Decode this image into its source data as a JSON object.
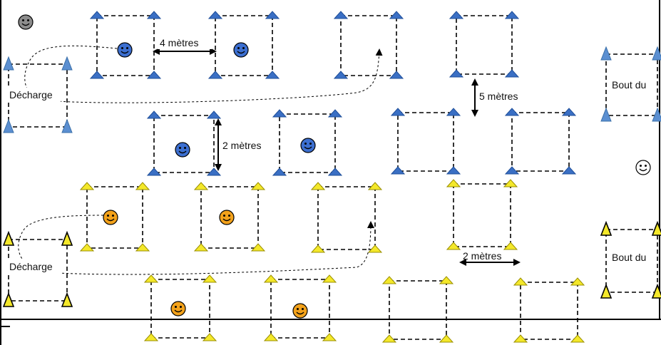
{
  "labels": {
    "decharge_top": "Décharge",
    "decharge_bottom": "Décharge",
    "bout_du_top": "Bout du",
    "bout_du_bottom": "Bout du",
    "dist_4m": "4 mètres",
    "dist_5m": "5 mètres",
    "dist_2m_vertical": "2 mètres",
    "dist_2m_horizontal": "2 mètres"
  },
  "colors": {
    "blue_cone": "#3a6fc4",
    "blue_cone_light": "#5b8fd1",
    "yellow_cone": "#f4e82a",
    "player_blue": "#3c6fd0",
    "player_orange": "#f3a21b",
    "player_grey": "#8c8c8c",
    "player_white": "#ffffff"
  },
  "icons": {
    "player_icon": "smiley-face-icon",
    "cone_icon": "cone-triangle-icon"
  }
}
